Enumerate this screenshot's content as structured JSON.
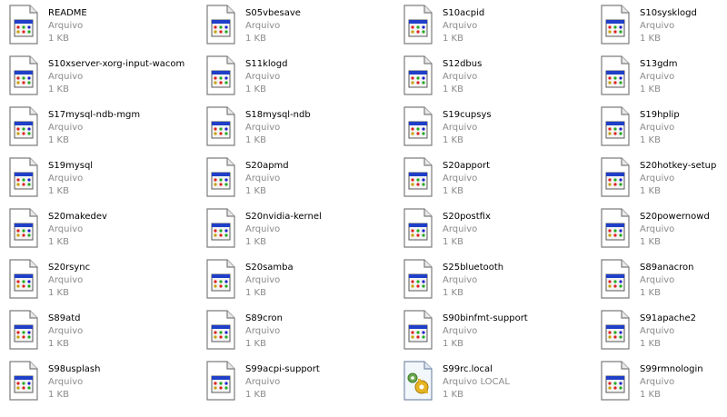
{
  "colors": {
    "name": "#000000",
    "meta": "#8a8a8a",
    "titlebar": "#1f3fc8"
  },
  "files": [
    {
      "name": "README",
      "type": "Arquivo",
      "size": "1 KB",
      "icon": "system-file-icon"
    },
    {
      "name": "S05vbesave",
      "type": "Arquivo",
      "size": "1 KB",
      "icon": "system-file-icon"
    },
    {
      "name": "S10acpid",
      "type": "Arquivo",
      "size": "1 KB",
      "icon": "system-file-icon"
    },
    {
      "name": "S10sysklogd",
      "type": "Arquivo",
      "size": "1 KB",
      "icon": "system-file-icon"
    },
    {
      "name": "S10xserver-xorg-input-wacom",
      "type": "Arquivo",
      "size": "1 KB",
      "icon": "system-file-icon"
    },
    {
      "name": "S11klogd",
      "type": "Arquivo",
      "size": "1 KB",
      "icon": "system-file-icon"
    },
    {
      "name": "S12dbus",
      "type": "Arquivo",
      "size": "1 KB",
      "icon": "system-file-icon"
    },
    {
      "name": "S13gdm",
      "type": "Arquivo",
      "size": "1 KB",
      "icon": "system-file-icon"
    },
    {
      "name": "S17mysql-ndb-mgm",
      "type": "Arquivo",
      "size": "1 KB",
      "icon": "system-file-icon"
    },
    {
      "name": "S18mysql-ndb",
      "type": "Arquivo",
      "size": "1 KB",
      "icon": "system-file-icon"
    },
    {
      "name": "S19cupsys",
      "type": "Arquivo",
      "size": "1 KB",
      "icon": "system-file-icon"
    },
    {
      "name": "S19hplip",
      "type": "Arquivo",
      "size": "1 KB",
      "icon": "system-file-icon"
    },
    {
      "name": "S19mysql",
      "type": "Arquivo",
      "size": "1 KB",
      "icon": "system-file-icon"
    },
    {
      "name": "S20apmd",
      "type": "Arquivo",
      "size": "1 KB",
      "icon": "system-file-icon"
    },
    {
      "name": "S20apport",
      "type": "Arquivo",
      "size": "1 KB",
      "icon": "system-file-icon"
    },
    {
      "name": "S20hotkey-setup",
      "type": "Arquivo",
      "size": "1 KB",
      "icon": "system-file-icon"
    },
    {
      "name": "S20makedev",
      "type": "Arquivo",
      "size": "1 KB",
      "icon": "system-file-icon"
    },
    {
      "name": "S20nvidia-kernel",
      "type": "Arquivo",
      "size": "1 KB",
      "icon": "system-file-icon"
    },
    {
      "name": "S20postfix",
      "type": "Arquivo",
      "size": "1 KB",
      "icon": "system-file-icon"
    },
    {
      "name": "S20powernowd",
      "type": "Arquivo",
      "size": "1 KB",
      "icon": "system-file-icon"
    },
    {
      "name": "S20rsync",
      "type": "Arquivo",
      "size": "1 KB",
      "icon": "system-file-icon"
    },
    {
      "name": "S20samba",
      "type": "Arquivo",
      "size": "1 KB",
      "icon": "system-file-icon"
    },
    {
      "name": "S25bluetooth",
      "type": "Arquivo",
      "size": "1 KB",
      "icon": "system-file-icon"
    },
    {
      "name": "S89anacron",
      "type": "Arquivo",
      "size": "1 KB",
      "icon": "system-file-icon"
    },
    {
      "name": "S89atd",
      "type": "Arquivo",
      "size": "1 KB",
      "icon": "system-file-icon"
    },
    {
      "name": "S89cron",
      "type": "Arquivo",
      "size": "1 KB",
      "icon": "system-file-icon"
    },
    {
      "name": "S90binfmt-support",
      "type": "Arquivo",
      "size": "1 KB",
      "icon": "system-file-icon"
    },
    {
      "name": "S91apache2",
      "type": "Arquivo",
      "size": "1 KB",
      "icon": "system-file-icon"
    },
    {
      "name": "S98usplash",
      "type": "Arquivo",
      "size": "1 KB",
      "icon": "system-file-icon"
    },
    {
      "name": "S99acpi-support",
      "type": "Arquivo",
      "size": "1 KB",
      "icon": "system-file-icon"
    },
    {
      "name": "S99rc.local",
      "type": "Arquivo LOCAL",
      "size": "1 KB",
      "icon": "config-file-icon"
    },
    {
      "name": "S99rmnologin",
      "type": "Arquivo",
      "size": "1 KB",
      "icon": "system-file-icon"
    }
  ]
}
